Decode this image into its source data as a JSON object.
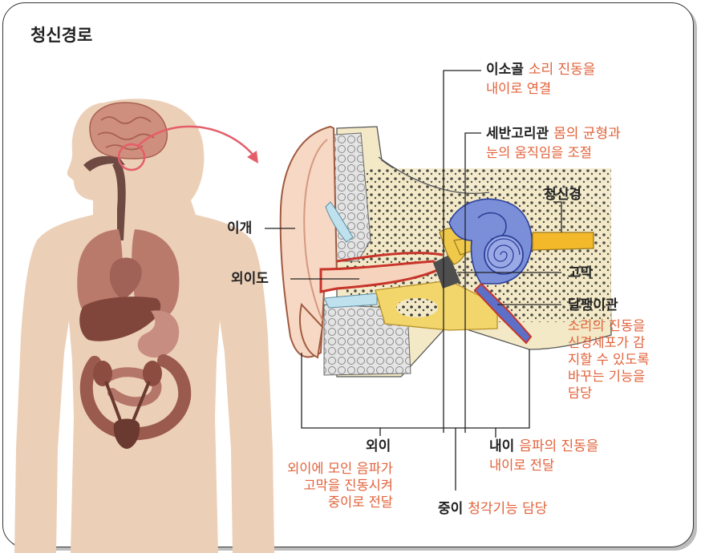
{
  "title": "청신경로",
  "labels": {
    "pinna": "이개",
    "ear_canal": "외이도",
    "ossicles": "이소골",
    "ossicles_desc_1": "소리 진동을",
    "ossicles_desc_2": "내이로 연결",
    "semicircular": "세반고리관",
    "semicircular_desc_1": "몸의 균형과",
    "semicircular_desc_2": "눈의 움직임을 조절",
    "auditory_nerve": "청신경",
    "eardrum": "고막",
    "cochlea": "달팽이관",
    "cochlea_desc": [
      "소리의 진동을",
      "신경세포가 감",
      "지할 수 있도록",
      "바꾸는 기능을",
      "담당"
    ],
    "outer_ear": "외이",
    "outer_ear_desc": [
      "외이에 모인 음파가",
      "고막을 진동시켜",
      "중이로 전달"
    ],
    "inner_ear": "내이",
    "inner_ear_desc_1": "음파의 진동을",
    "inner_ear_desc_2": "내이로 전달",
    "middle_ear": "중이",
    "middle_ear_desc": "청각기능 담당"
  }
}
